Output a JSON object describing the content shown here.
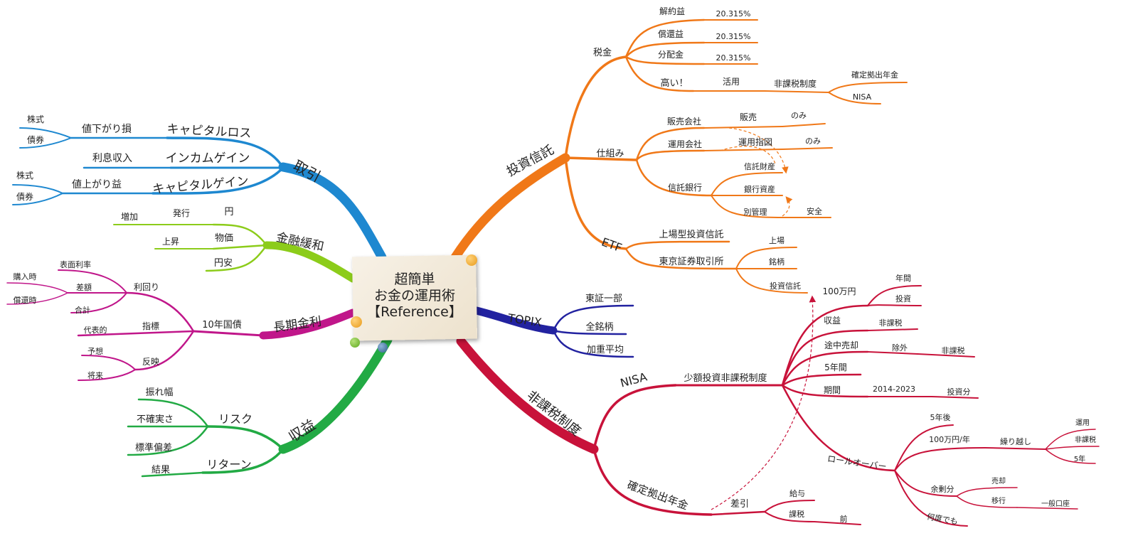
{
  "center": {
    "title_line1": "超簡単",
    "title_line2": "お金の運用術",
    "title_line3": "【Reference】"
  },
  "colors": {
    "torihiki": "#1e88d0",
    "kinyu": "#8ccc1a",
    "choki": "#c0168a",
    "shueki": "#22aa44",
    "toshin": "#f07818",
    "topix": "#2222a0",
    "hikazei": "#c8123a"
  },
  "icons": [
    "pin-icon"
  ],
  "branches": {
    "torihiki": {
      "label": "取引",
      "capital_loss": "キャピタルロス",
      "neage_son": "値下がり損",
      "kabu1": "株式",
      "saiken1": "債券",
      "income_gain": "インカムゲイン",
      "risoku": "利息収入",
      "capital_gain": "キャピタルゲイン",
      "neagari": "値上がり益",
      "kabu2": "株式",
      "saiken2": "債券"
    },
    "kinyu": {
      "label": "金融緩和",
      "en": "円",
      "hakko": "発行",
      "zoka": "増加",
      "bukka": "物価",
      "josho": "上昇",
      "enyasu": "円安"
    },
    "choki": {
      "label": "長期金利",
      "kokusai": "10年国債",
      "rimawari": "利回り",
      "hyomen": "表面利率",
      "sagaku": "差額",
      "konyu": "購入時",
      "shokan": "償還時",
      "gokei": "合計",
      "shihyo": "指標",
      "daihyo": "代表的",
      "hanei": "反映",
      "yoso": "予想",
      "shorai": "将来"
    },
    "shueki": {
      "label": "収益",
      "risk": "リスク",
      "furehaba": "振れ幅",
      "fukakujitsu": "不確実さ",
      "hyojun": "標準偏差",
      "return": "リターン",
      "kekka": "結果"
    },
    "toshin": {
      "label": "投資信託",
      "zeikin": "税金",
      "kaiyaku": "解約益",
      "kaiyaku_rate": "20.315%",
      "shokaneki": "償還益",
      "shokan_rate": "20.315%",
      "bunpai": "分配金",
      "bunpai_rate": "20.315%",
      "takai": "高い！",
      "katsuyo": "活用",
      "hikazei_seido": "非課税制度",
      "kakutei": "確定拠出年金",
      "nisa": "NISA",
      "shikumi": "仕組み",
      "hanbai_gaisha": "販売会社",
      "hanbai": "販売",
      "nomi1": "のみ",
      "unyo_gaisha": "運用会社",
      "unyo_shizu": "運用指図",
      "nomi2": "のみ",
      "shintaku_ginko": "信託銀行",
      "shintaku_zaisan": "信託財産",
      "ginko_shisan": "銀行資産",
      "betsu_kanri": "別管理",
      "anzen": "安全",
      "etf": "ETF",
      "jojo_gata": "上場型投資信託",
      "tosho": "東京証券取引所",
      "jojo": "上場",
      "meigara": "銘柄",
      "toshi_shintaku": "投資信託"
    },
    "topix": {
      "label": "TOPIX",
      "tosho_ichibu": "東証一部",
      "zen_meigara": "全銘柄",
      "kaju_heikin": "加重平均"
    },
    "hikazei": {
      "label": "非課税制度",
      "nisa": "NISA",
      "shogaku": "少額投資非課税制度",
      "hyakuman": "100万円",
      "nenkan": "年間",
      "toshi": "投資",
      "shueki": "収益",
      "hikazei1": "非課税",
      "tochu": "途中売却",
      "jogai": "除外",
      "hikazei2": "非課税",
      "gonenkan": "5年間",
      "kikan": "期間",
      "years": "2014-2023",
      "toshibun": "投資分",
      "rollover": "ロールオーバー",
      "gonengo": "5年後",
      "hyakuman_nen": "100万円/年",
      "kurikoshi": "繰り越し",
      "unyo": "運用",
      "hikazei3": "非課税",
      "gonen": "5年",
      "yojobun": "余剰分",
      "baikyaku": "売却",
      "iko": "移行",
      "ippan": "一般口座",
      "nandodemo": "何度でも",
      "kakutei": "確定拠出年金",
      "sabiki": "差引",
      "kyuyo": "給与",
      "kazei": "課税",
      "mae": "前"
    }
  }
}
